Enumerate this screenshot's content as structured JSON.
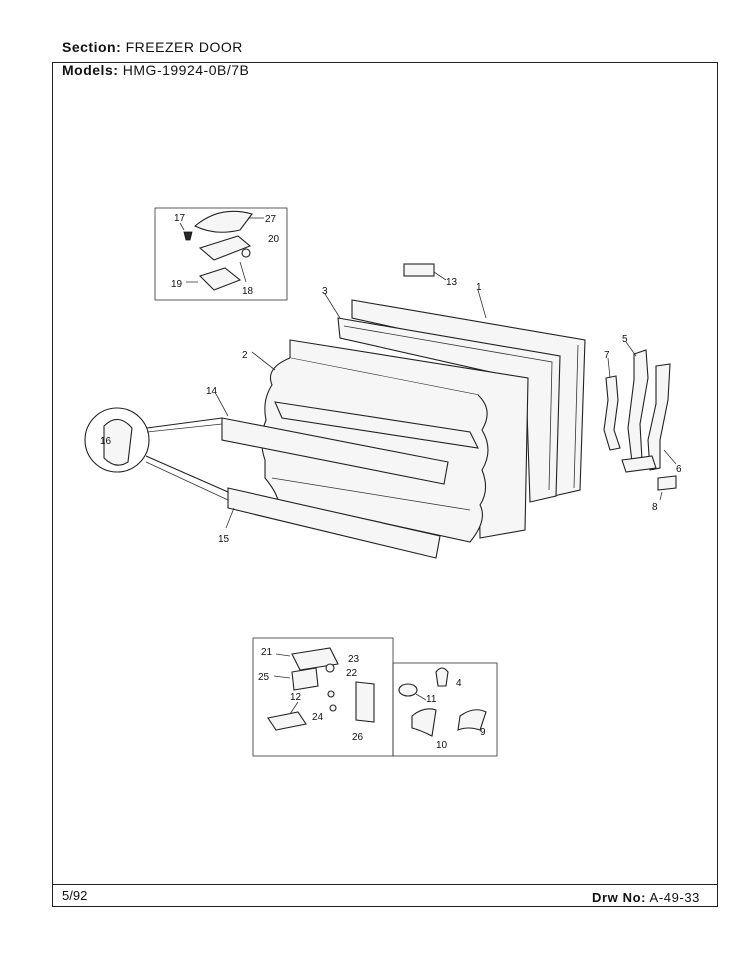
{
  "header": {
    "section_label": "Section:",
    "section_value": "FREEZER DOOR",
    "models_label": "Models:",
    "models_value": "HMG-19924-0B/7B"
  },
  "footer": {
    "date": "5/92",
    "drawing_label": "Drw No:",
    "drawing_value": "A-49-33"
  },
  "callouts": {
    "c1": "1",
    "c2": "2",
    "c3": "3",
    "c4": "4",
    "c5": "5",
    "c6": "6",
    "c7": "7",
    "c8": "8",
    "c9": "9",
    "c10": "10",
    "c11": "11",
    "c12": "12",
    "c13": "13",
    "c14": "14",
    "c15": "15",
    "c16": "16",
    "c17": "17",
    "c18": "18",
    "c19": "19",
    "c20": "20",
    "c21": "21",
    "c22": "22",
    "c23": "23",
    "c24": "24",
    "c25": "25",
    "c26": "26",
    "c27": "27"
  }
}
